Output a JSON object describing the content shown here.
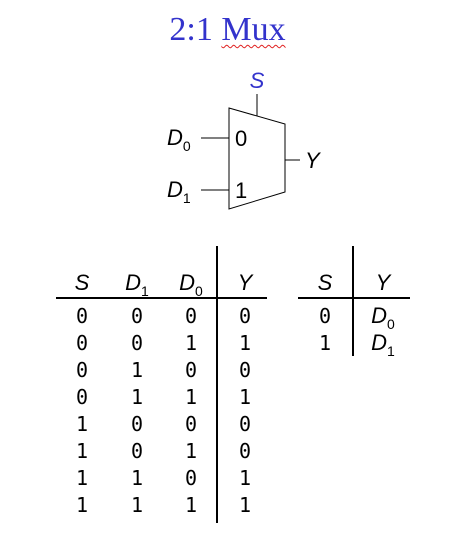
{
  "title": {
    "number": "2:1",
    "word": "Mux"
  },
  "mux": {
    "select_label": "S",
    "inputs": [
      {
        "name": "D",
        "sub": "0",
        "pin": "0"
      },
      {
        "name": "D",
        "sub": "1",
        "pin": "1"
      }
    ],
    "output_label": "Y"
  },
  "full_table": {
    "headers": [
      {
        "name": "S",
        "sub": ""
      },
      {
        "name": "D",
        "sub": "1"
      },
      {
        "name": "D",
        "sub": "0"
      },
      {
        "name": "Y",
        "sub": ""
      }
    ],
    "rows": [
      [
        "0",
        "0",
        "0",
        "0"
      ],
      [
        "0",
        "0",
        "1",
        "1"
      ],
      [
        "0",
        "1",
        "0",
        "0"
      ],
      [
        "0",
        "1",
        "1",
        "1"
      ],
      [
        "1",
        "0",
        "0",
        "0"
      ],
      [
        "1",
        "0",
        "1",
        "0"
      ],
      [
        "1",
        "1",
        "0",
        "1"
      ],
      [
        "1",
        "1",
        "1",
        "1"
      ]
    ]
  },
  "compact_table": {
    "headers": [
      {
        "name": "S",
        "sub": ""
      },
      {
        "name": "Y",
        "sub": ""
      }
    ],
    "rows": [
      {
        "s": "0",
        "y": {
          "name": "D",
          "sub": "0"
        }
      },
      {
        "s": "1",
        "y": {
          "name": "D",
          "sub": "1"
        }
      }
    ]
  },
  "colors": {
    "title": "#3333cc",
    "select": "#3333cc",
    "spellcheck": "#e02020"
  }
}
